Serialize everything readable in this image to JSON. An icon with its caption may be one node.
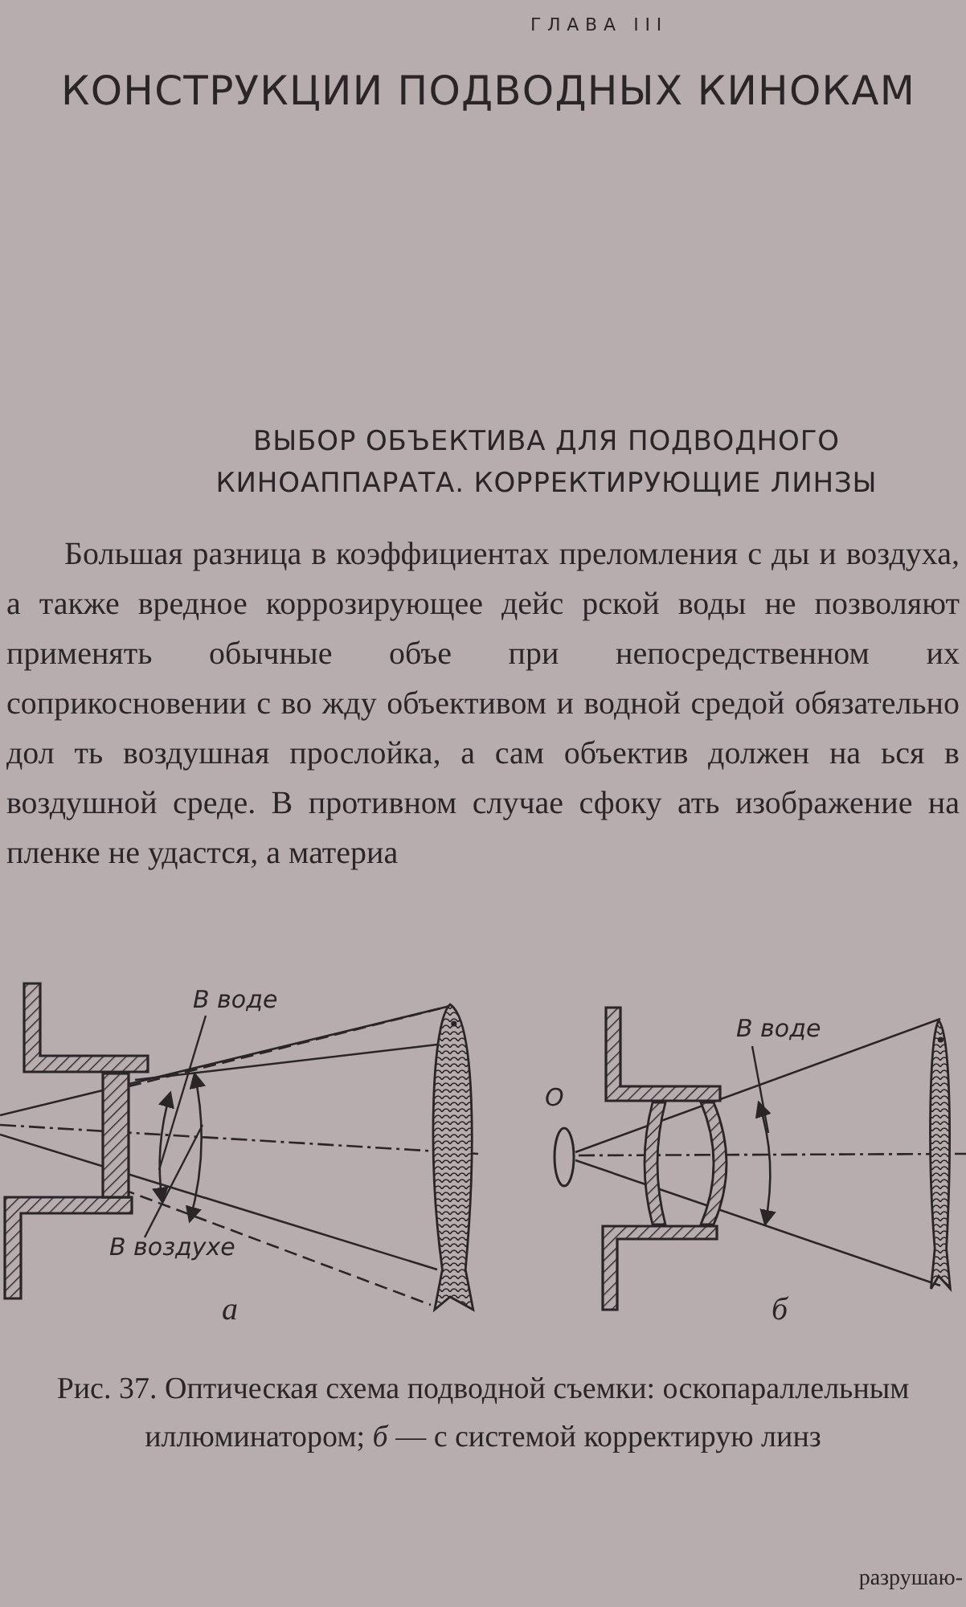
{
  "diagram": {
    "title": "КОНСТРУКЦИИ ПОДВОДНЫХ КИНОКАМ",
    "caption": "Рис. 37. Оптическая схема подводной съемки: оскопараллельным иллюминатором; *б* — с системой корректирую линз",
    "nodes": [
      {
        "text": [
          "В воде"
        ]
      },
      {
        "text": [
          "В воздухе"
        ]
      },
      {
        "text": [
          "В воде"
        ]
      },
      {
        "text": [],
        "shape": "arc"
      },
      {
        "text": [],
        "shape": "arc"
      },
      {
        "text": [],
        "shape": "arc"
      }
    ],
    "edges": [
      {
        "from": 0,
        "to": 3,
        "arrow": "none"
      },
      {
        "from": 1,
        "to": 4,
        "arrow": "none"
      },
      {
        "from": 2,
        "to": 5,
        "arrow": "none"
      }
    ],
    "labels": [
      "ГЛАВА III",
      "ВЫБОР ОБЪЕКТИВА ДЛЯ ПОДВОДНОГО КИНОАППАРАТА. КОРРЕКТИРУЮЩИЕ ЛИНЗЫ",
      "Большая разница в коэффициентах преломления с ды и воздуха, а также вредное коррозирующее дейс рской воды не позволяют применять обычные объе при непосредственном их соприкосновении с во жду объективом и водной средой обязательно дол ть воздушная прослойка, а сам объектив должен на ься в воздушной среде. В противном случае сфоку ать изображение на пленке не удастся, а материа",
      "О",
      "а",
      "б",
      "разрушаю-"
    ]
  }
}
